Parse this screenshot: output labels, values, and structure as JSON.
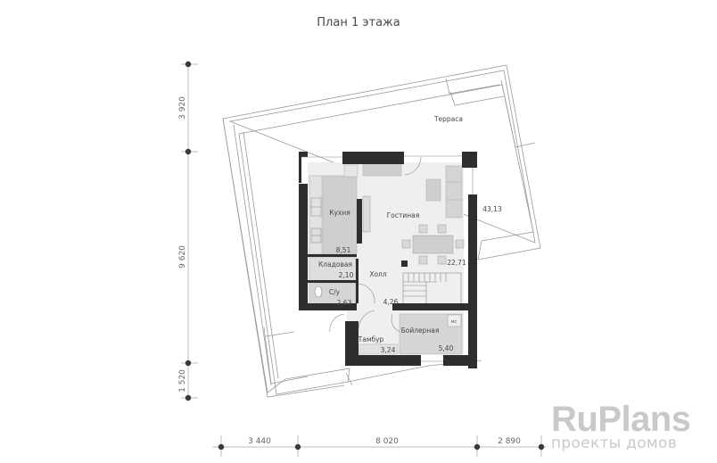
{
  "title": "План 1 этажа",
  "dimensions": {
    "vertical": [
      "3 920",
      "9 620",
      "1 520"
    ],
    "horizontal": [
      "3 440",
      "8 020",
      "2 890"
    ]
  },
  "rooms": [
    {
      "name": "Терраса",
      "area": "43,13"
    },
    {
      "name": "Кухня",
      "area": "8,51"
    },
    {
      "name": "Гостиная",
      "area": "22,71"
    },
    {
      "name": "Кладовая",
      "area": "2,10"
    },
    {
      "name": "Холл",
      "area": "4,26"
    },
    {
      "name": "С/у",
      "area": "2,63"
    },
    {
      "name": "Тамбур",
      "area": "3,24"
    },
    {
      "name": "Бойлерная",
      "area": "5,40"
    }
  ],
  "labels": {
    "boiler_tag": "мс"
  },
  "logo": {
    "main": "RuPlans",
    "sub": "проекты домов"
  },
  "colors": {
    "wall": "#2e2e2e",
    "room_fill": "#ececec",
    "dark_room_fill": "#d6d6d6",
    "line": "#9a9a9a",
    "logo": "#c9c9c9"
  }
}
